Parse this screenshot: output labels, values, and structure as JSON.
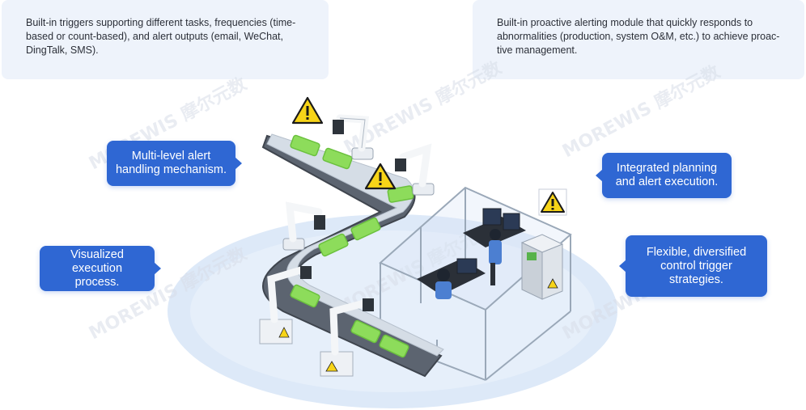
{
  "cards": {
    "left_text": "Built-in triggers supporting different tasks, frequencies (time-based or count-based), and alert outputs (email, WeChat, DingTalk, SMS).",
    "right_text": "Built-in proactive alerting module that quickly responds to abnormalities (production, system O&M, etc.) to achieve proac-tive management."
  },
  "callouts": {
    "multi_level": "Multi-level alert\nhandling mechanism.",
    "visualized": "Visualized execution\nprocess.",
    "integrated": "Integrated planning\nand alert execution.",
    "flexible": "Flexible, diversified\ncontrol trigger\nstrategies."
  },
  "watermark": "MOREWIS 摩尔元数",
  "colors": {
    "accent_blue": "#2f67d3",
    "card_bg": "#eef3fb",
    "platform": "#dde9f8",
    "warning_yellow": "#f7d418",
    "product_green": "#8ddc5b"
  },
  "icons": [
    "warning-triangle-icon",
    "robot-arm-icon",
    "computer-monitor-icon",
    "control-cabinet-icon"
  ]
}
